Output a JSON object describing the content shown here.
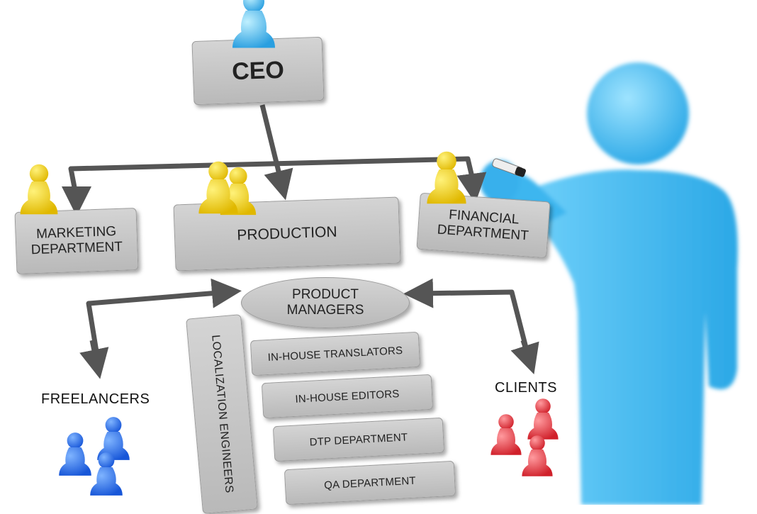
{
  "nodes": {
    "ceo": "CEO",
    "marketing": [
      "MARKETING",
      "DEPARTMENT"
    ],
    "production": "PRODUCTION",
    "financial": [
      "FINANCIAL",
      "DEPARTMENT"
    ],
    "product_managers": [
      "PRODUCT",
      "MANAGERS"
    ],
    "localization": "LOCALIZATION ENGINEERS",
    "translators": "IN-HOUSE TRANSLATORS",
    "editors": "IN-HOUSE EDITORS",
    "dtp": "DTP DEPARTMENT",
    "qa": "QA DEPARTMENT",
    "freelancers": "FREELANCERS",
    "clients": "CLIENTS"
  },
  "colors": {
    "box": "#c8c8c8",
    "arrow": "#555555",
    "pawn_yellow": "#f5d000",
    "pawn_blue": "#1e6ff0",
    "pawn_red": "#e8323a",
    "figure": "#38b8f0"
  }
}
